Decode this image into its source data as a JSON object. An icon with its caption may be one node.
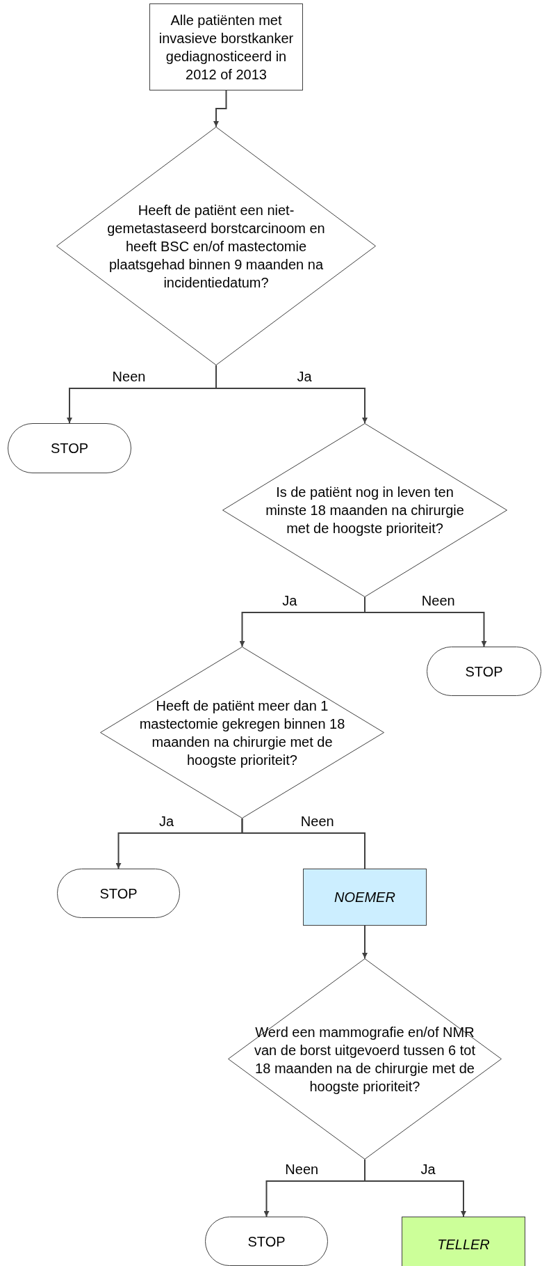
{
  "diagram": {
    "nodes": [
      {
        "text": [
          "Alle patiënten met invasieve borstkanker gediagnosticeerd in 2012 of 2013"
        ]
      },
      {
        "text": [
          "Heeft de patiënt een niet-gemetastaseerd borstcarcinoom en heeft BSC en/of mastectomie plaatsgehad binnen 9 maanden na incidentiedatum?"
        ]
      },
      {
        "text": [
          "STOP"
        ]
      },
      {
        "text": [
          "Is de patiënt nog in leven ten minste 18 maanden na chirurgie met de hoogste prioriteit?"
        ]
      },
      {
        "text": [
          "Heeft de patiënt meer dan 1 mastectomie gekregen binnen 18 maanden na chirurgie met de hoogste prioriteit?"
        ]
      },
      {
        "text": [
          "STOP"
        ]
      },
      {
        "text": [
          "STOP"
        ]
      },
      {
        "text": [
          "NOEMER"
        ]
      },
      {
        "text": [
          "Werd een mammografie en/of NMR van de borst uitgevoerd tussen 6 tot 18 maanden na de chirurgie met de hoogste prioriteit?"
        ]
      },
      {
        "text": [
          "STOP"
        ]
      },
      {
        "text": [
          "TELLER"
        ]
      }
    ],
    "edges": [
      {
        "from": 0,
        "to": 1,
        "arrow": "to"
      },
      {
        "from": 1,
        "to": 2,
        "arrow": "to",
        "label": "Neen"
      },
      {
        "from": 1,
        "to": 3,
        "arrow": "to",
        "label": "Ja"
      },
      {
        "from": 3,
        "to": 4,
        "arrow": "to",
        "label": "Ja"
      },
      {
        "from": 3,
        "to": 5,
        "arrow": "to",
        "label": "Neen"
      },
      {
        "from": 4,
        "to": 6,
        "arrow": "to",
        "label": "Ja"
      },
      {
        "from": 4,
        "to": 7,
        "arrow": "none",
        "label": "Neen"
      },
      {
        "from": 7,
        "to": 8,
        "arrow": "to"
      },
      {
        "from": 8,
        "to": 9,
        "arrow": "to",
        "label": "Neen"
      },
      {
        "from": 8,
        "to": 10,
        "arrow": "to",
        "label": "Ja"
      }
    ]
  }
}
